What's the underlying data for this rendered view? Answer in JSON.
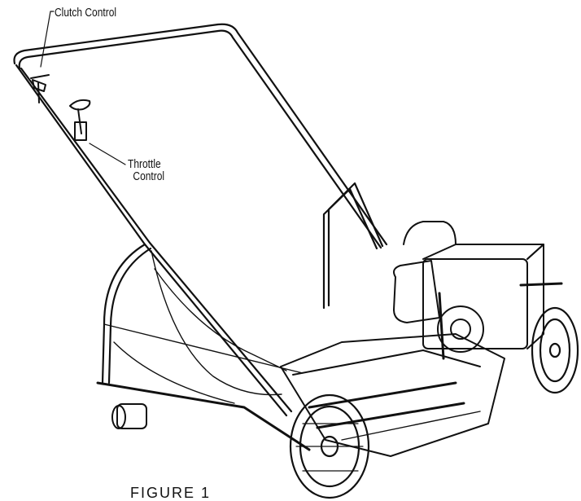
{
  "labels": {
    "clutch": "Clutch Control",
    "throttle_line1": "Throttle",
    "throttle_line2": "Control"
  },
  "caption": "FIGURE 1",
  "colors": {
    "ink": "#111111",
    "paper": "#ffffff"
  }
}
